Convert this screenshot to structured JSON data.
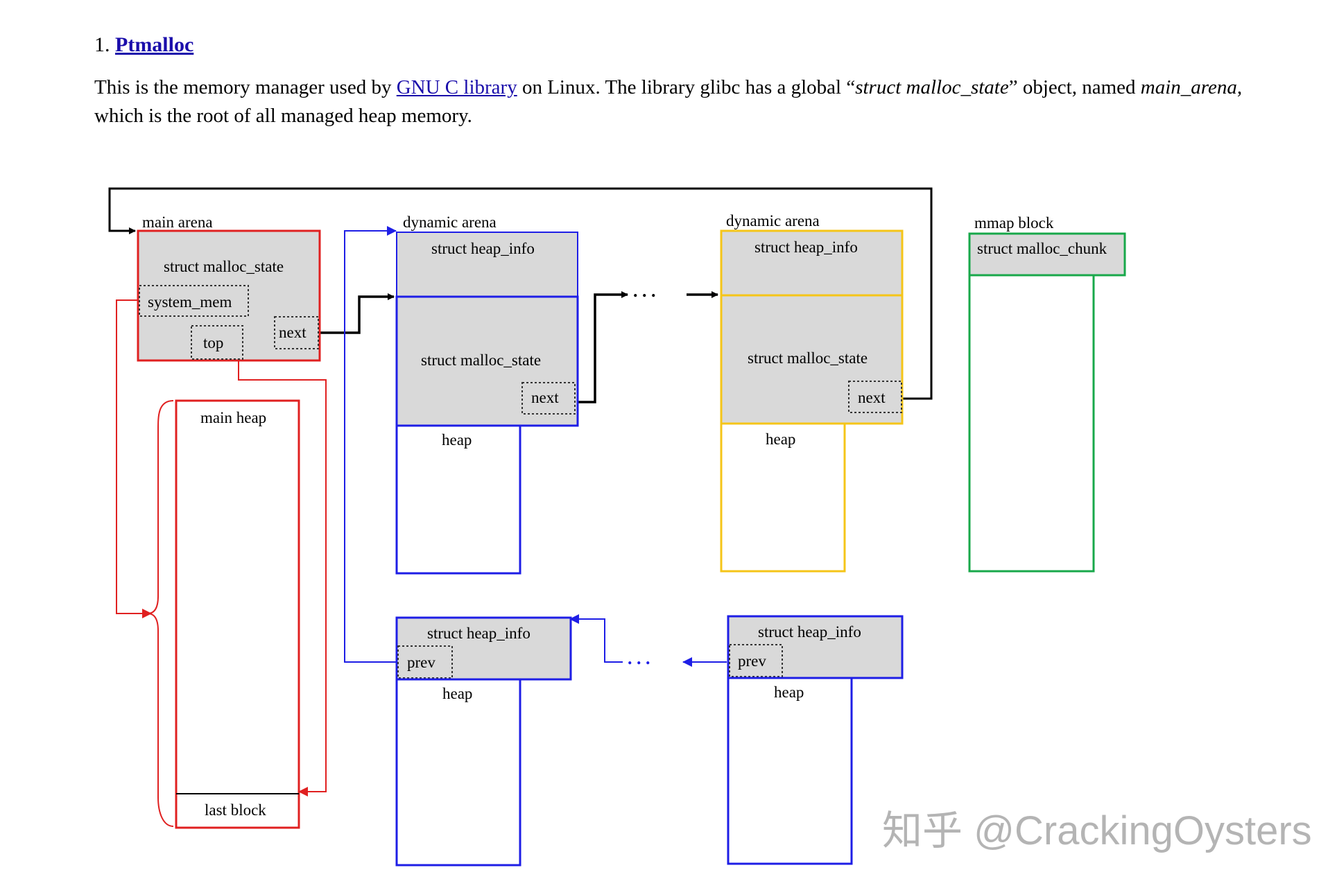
{
  "section": {
    "number": "1.",
    "title": "Ptmalloc"
  },
  "paragraph": {
    "text1": "This is the memory manager used by ",
    "link": "GNU C library",
    "text2": " on Linux. The library glibc has a global “",
    "italic1": "struct malloc_state",
    "text3": "” object, named ",
    "italic2": "main_arena",
    "text4": ", which is the root of all managed heap memory."
  },
  "diagram": {
    "main_arena_title": "main arena",
    "main_arena_struct": "struct malloc_state",
    "system_mem": "system_mem",
    "top": "top",
    "next": "next",
    "main_heap": "main heap",
    "last_block": "last block",
    "dynamic_arena_1_title": "dynamic arena",
    "dynamic_arena_2_title": "dynamic arena",
    "heap_info": "struct heap_info",
    "malloc_state": "struct malloc_state",
    "heap": "heap",
    "prev": "prev",
    "mmap_title": "mmap block",
    "malloc_chunk": "struct malloc_chunk",
    "ellipsis": ". . ."
  },
  "watermark": "知乎 @CrackingOysters",
  "colors": {
    "red": "#e02020",
    "blue": "#1e1ee6",
    "yellow": "#f5c518",
    "green": "#18a84a",
    "fill": "#d9d9d9",
    "link": "#1a0dab"
  }
}
